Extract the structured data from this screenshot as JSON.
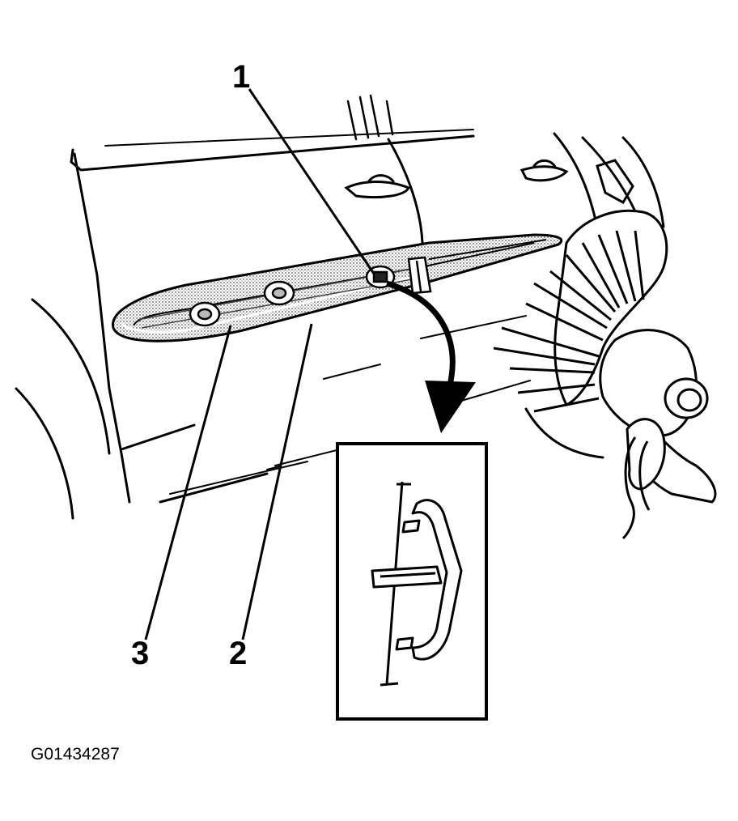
{
  "callouts": {
    "one": "1",
    "two": "2",
    "three": "3"
  },
  "figure_id": "G01434287",
  "colors": {
    "ink": "#000000",
    "paper": "#ffffff",
    "texture": "#999999"
  }
}
